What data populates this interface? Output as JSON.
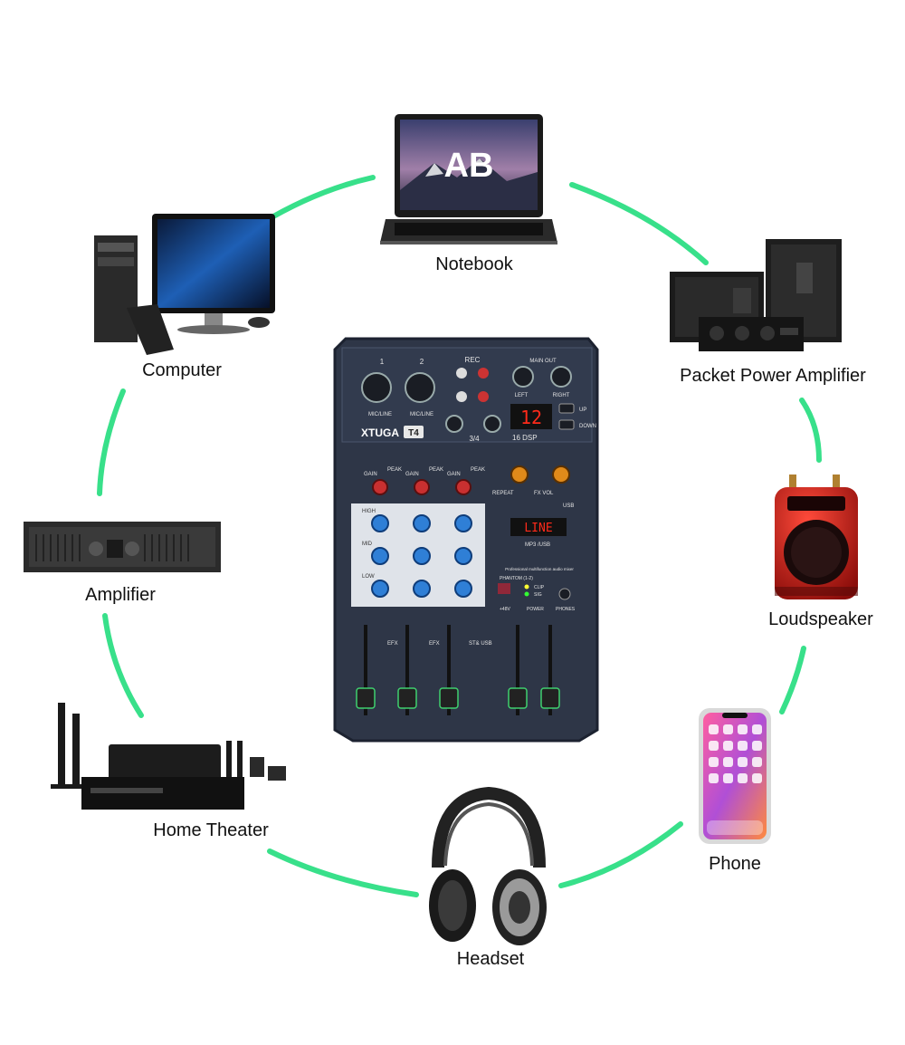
{
  "diagram": {
    "center_device": {
      "brand": "XTUGA",
      "model": "T4",
      "panel_labels": {
        "rec": "REC",
        "main_out": "MAIN OUT",
        "left": "LEFT",
        "right": "RIGHT",
        "ch1": "1",
        "ch2": "2",
        "mic_line": "MIC/LINE",
        "ch34": "3/4",
        "display_num": "12",
        "up": "UP",
        "down": "DOWN",
        "dsp": "16 DSP",
        "gain": "GAIN",
        "peak": "PEAK",
        "high": "HIGH",
        "mid": "MID",
        "low": "LOW",
        "efx": "EFX",
        "st_usb": "ST& USB",
        "repeat": "REPEAT",
        "fx_vol": "FX VOL",
        "usb": "USB",
        "line_display": "LINE",
        "mp3_usb": "MP3 /USB",
        "pro_text": "Professional multifunction audio mixer",
        "phantom": "PHANTOM (1-2)",
        "clip": "CLIP",
        "sig": "SIG",
        "power": "POWER",
        "phones": "PHONES",
        "p48v": "+48V"
      }
    },
    "connections": [
      {
        "id": "notebook",
        "label": "Notebook",
        "screen_logo": "AB"
      },
      {
        "id": "packet-power-amplifier",
        "label": "Packet Power Amplifier"
      },
      {
        "id": "loudspeaker",
        "label": "Loudspeaker"
      },
      {
        "id": "phone",
        "label": "Phone"
      },
      {
        "id": "headset",
        "label": "Headset"
      },
      {
        "id": "home-theater",
        "label": "Home Theater"
      },
      {
        "id": "amplifier",
        "label": "Amplifier"
      },
      {
        "id": "computer",
        "label": "Computer"
      }
    ],
    "colors": {
      "ring": "#38e08a",
      "mixer_body": "#2e3647",
      "display_red": "#ff2a1a",
      "knob_blue": "#2f7fd6",
      "knob_orange": "#e08a1a"
    }
  }
}
